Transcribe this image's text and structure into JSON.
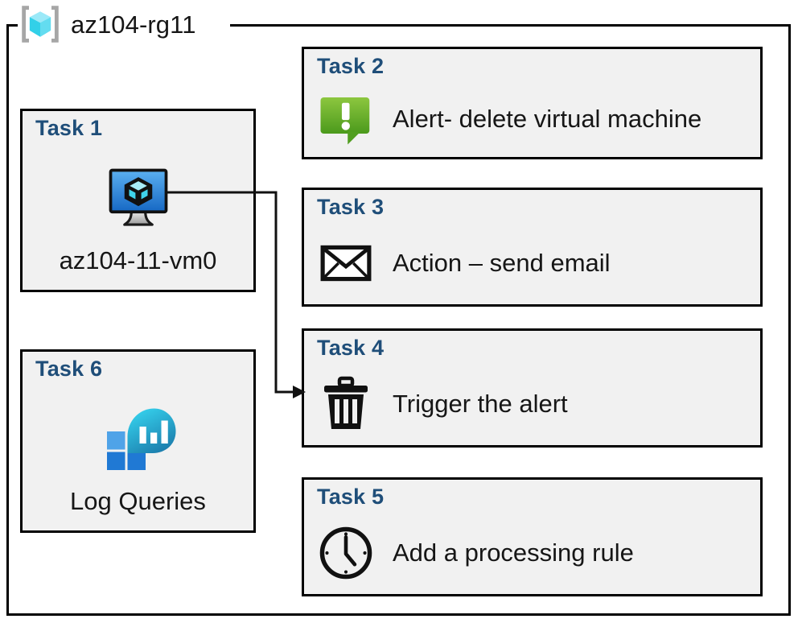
{
  "resource_group": {
    "name": "az104-rg11",
    "icon": "azure-resource-group-icon",
    "border_color": "#000000"
  },
  "theme": {
    "card_background": "#F1F1F1",
    "card_border": "#000000",
    "task_title_color": "#1F4E79",
    "body_text_color": "#161616",
    "alert_green_light": "#8CC63E",
    "alert_green_dark": "#4E9A1E",
    "vm_blue_light": "#4FA3E8",
    "vm_blue_dark": "#1E63B0",
    "log_cyan": "#32D0E8",
    "log_teal": "#1C7EAE",
    "log_square_light": "#4FA3E8",
    "log_square_dark": "#2079D4"
  },
  "cards": [
    {
      "id": "task-1",
      "title": "Task 1",
      "label": "az104-11-vm0",
      "icon": "virtual-machine-icon",
      "column": "left"
    },
    {
      "id": "task-2",
      "title": "Task 2",
      "label": "Alert- delete virtual machine",
      "icon": "alert-bubble-icon",
      "column": "right"
    },
    {
      "id": "task-3",
      "title": "Task 3",
      "label": "Action – send email",
      "icon": "envelope-icon",
      "column": "right"
    },
    {
      "id": "task-4",
      "title": "Task 4",
      "label": "Trigger the alert",
      "icon": "trash-bin-icon",
      "column": "right"
    },
    {
      "id": "task-5",
      "title": "Task 5",
      "label": "Add a processing rule",
      "icon": "clock-icon",
      "column": "right"
    },
    {
      "id": "task-6",
      "title": "Task 6",
      "label": "Log Queries",
      "icon": "log-analytics-icon",
      "column": "left"
    }
  ],
  "connector": {
    "from": "task-1",
    "to": "task-4",
    "style": "orthogonal-arrow"
  }
}
